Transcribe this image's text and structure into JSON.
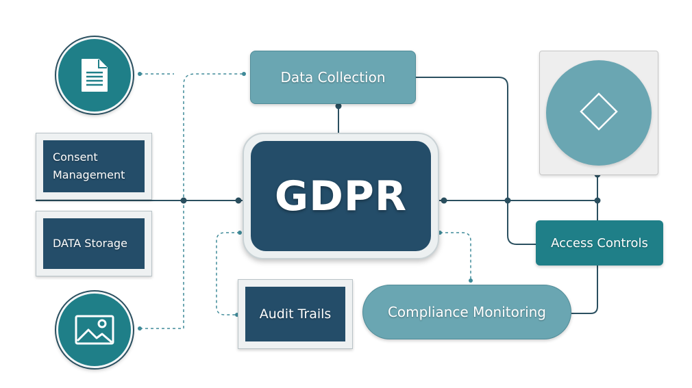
{
  "diagram": {
    "center_label": "GDPR",
    "data_collection_label": "Data Collection",
    "consent_management_label": "Consent\nManagement",
    "data_storage_label": "DATA Storage",
    "audit_trails_label": "Audit Trails",
    "compliance_monitoring_label": "Compliance Monitoring",
    "access_controls_label": "Access Controls",
    "document_icon": "document-icon",
    "image_icon": "image-icon",
    "diamond_icon": "diamond-icon"
  },
  "colors": {
    "navy": "#244d69",
    "teal": "#1f7f88",
    "light_teal": "#6aa6b2",
    "connector": "#2a4f5f"
  }
}
